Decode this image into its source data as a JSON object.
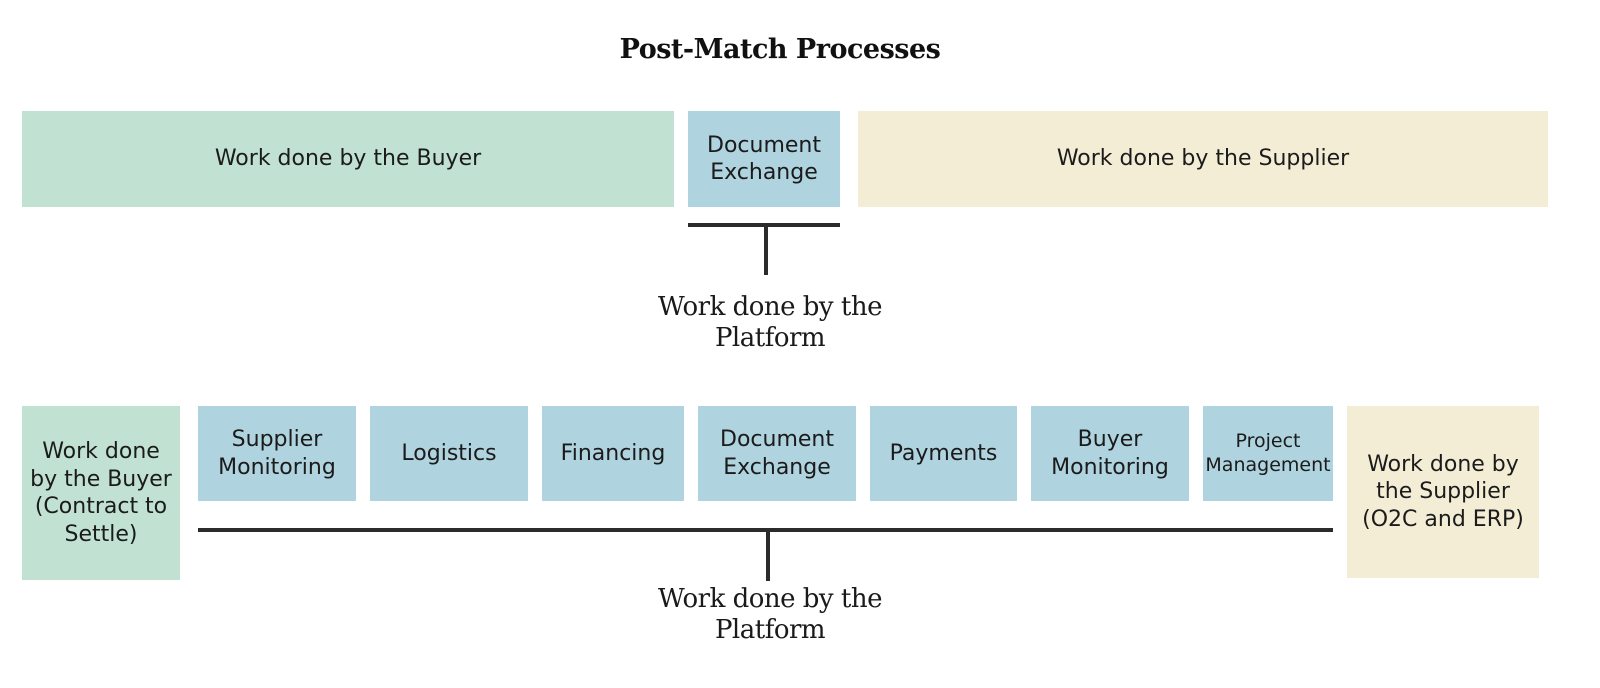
{
  "title": "Post-Match Processes",
  "top_row": {
    "buyer": "Work done by the Buyer",
    "middle": "Document Exchange",
    "supplier": "Work done by the Supplier",
    "platform_label": "Work done by the Platform"
  },
  "bottom_row": {
    "buyer": "Work done by the Buyer (Contract to Settle)",
    "supplier": "Work done by the Supplier (O2C and ERP)",
    "items": [
      "Supplier Monitoring",
      "Logistics",
      "Financing",
      "Document Exchange",
      "Payments",
      "Buyer Monitoring",
      "Project Management"
    ],
    "platform_label": "Work done by the Platform"
  },
  "colors": {
    "buyer": "#c1e1d2",
    "platform": "#afd3df",
    "supplier": "#f4edd6",
    "connector": "#2b2b2b"
  }
}
